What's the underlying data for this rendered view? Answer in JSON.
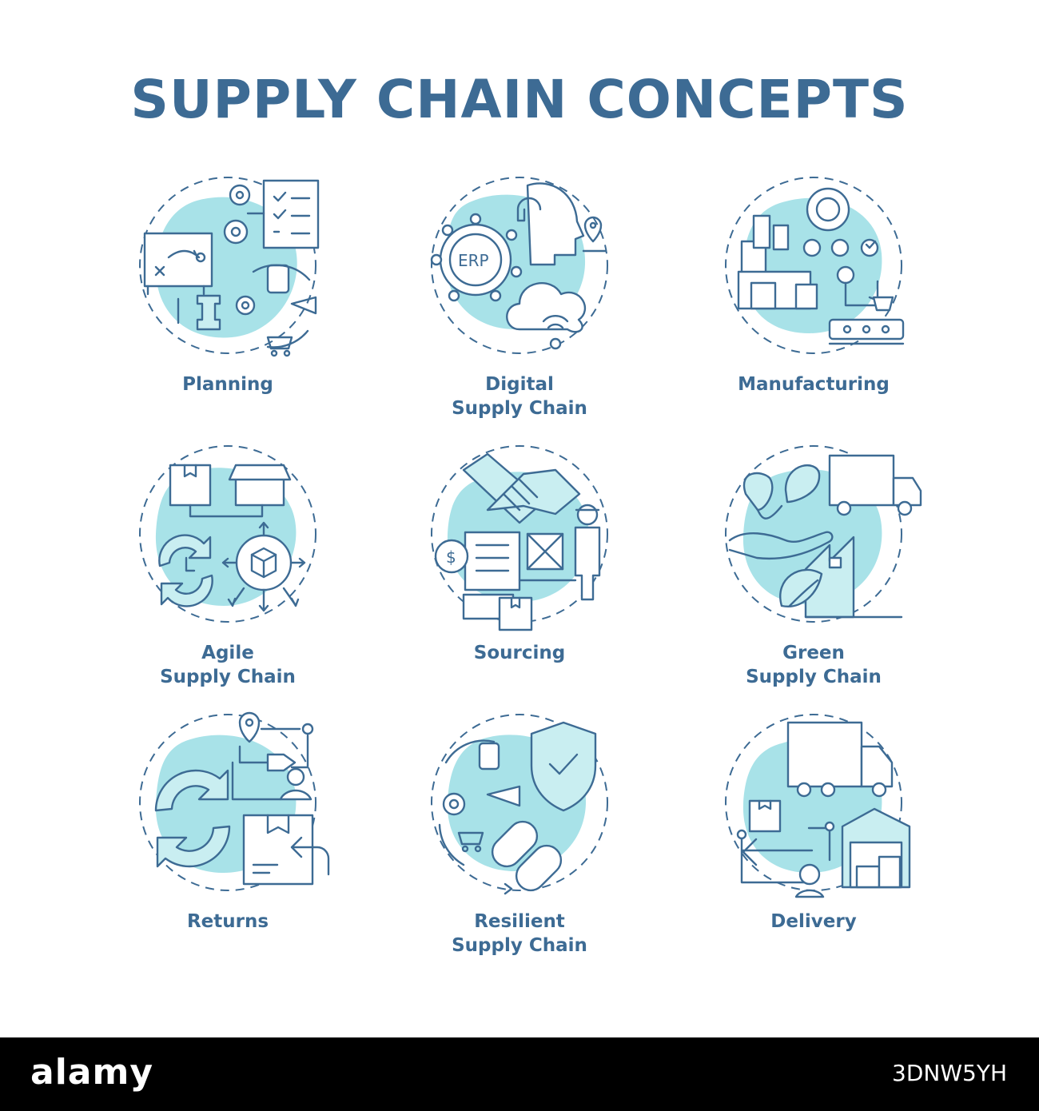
{
  "title": "SUPPLY CHAIN CONCEPTS",
  "colors": {
    "primary": "#3d6b94",
    "accent": "#a8e2e8",
    "accent_light": "#c9eef1"
  },
  "icons": [
    {
      "name": "planning-icon",
      "label": [
        "Planning"
      ]
    },
    {
      "name": "digital-supply-chain-icon",
      "label": [
        "Digital",
        "Supply Chain"
      ],
      "badge": "ERP"
    },
    {
      "name": "manufacturing-icon",
      "label": [
        "Manufacturing"
      ]
    },
    {
      "name": "agile-supply-chain-icon",
      "label": [
        "Agile",
        "Supply Chain"
      ]
    },
    {
      "name": "sourcing-icon",
      "label": [
        "Sourcing"
      ]
    },
    {
      "name": "green-supply-chain-icon",
      "label": [
        "Green",
        "Supply Chain"
      ]
    },
    {
      "name": "returns-icon",
      "label": [
        "Returns"
      ]
    },
    {
      "name": "resilient-supply-chain-icon",
      "label": [
        "Resilient",
        "Supply Chain"
      ]
    },
    {
      "name": "delivery-icon",
      "label": [
        "Delivery"
      ]
    }
  ],
  "watermark": {
    "logo": "alamy",
    "image_id": "3DNW5YH"
  }
}
